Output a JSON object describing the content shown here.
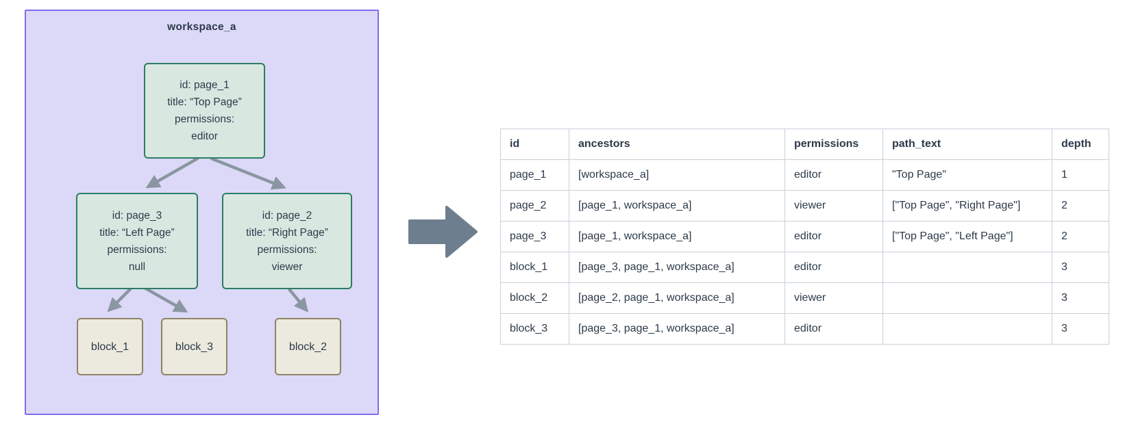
{
  "diagram": {
    "workspace_label": "workspace_a",
    "pages": {
      "page_1": {
        "lines": [
          "id: page_1",
          "title: “Top Page”",
          "permissions:",
          "editor"
        ]
      },
      "page_3": {
        "lines": [
          "id: page_3",
          "title: “Left Page”",
          "permissions:",
          "null"
        ]
      },
      "page_2": {
        "lines": [
          "id: page_2",
          "title: “Right Page”",
          "permissions:",
          "viewer"
        ]
      }
    },
    "blocks": [
      "block_1",
      "block_3",
      "block_2"
    ]
  },
  "table": {
    "columns": [
      "id",
      "ancestors",
      "permissions",
      "path_text",
      "depth"
    ],
    "rows": [
      [
        "page_1",
        "[workspace_a]",
        "editor",
        "\"Top Page\"",
        "1"
      ],
      [
        "page_2",
        "[page_1, workspace_a]",
        "viewer",
        "[\"Top Page\", \"Right Page\"]",
        "2"
      ],
      [
        "page_3",
        "[page_1, workspace_a]",
        "editor",
        "[\"Top Page\", \"Left Page\"]",
        "2"
      ],
      [
        "block_1",
        "[page_3, page_1, workspace_a]",
        "editor",
        "",
        "3"
      ],
      [
        "block_2",
        "[page_2, page_1, workspace_a]",
        "viewer",
        "",
        "3"
      ],
      [
        "block_3",
        "[page_3, page_1, workspace_a]",
        "editor",
        "",
        "3"
      ]
    ]
  },
  "colors": {
    "workspace_fill": "#dcd9f8",
    "workspace_border": "#7d6bf0",
    "page_fill": "#d8e8e1",
    "page_border": "#2a7d62",
    "block_fill": "#ece9de",
    "block_border": "#8e8266",
    "edge": "#8a96a1",
    "big_arrow": "#6d7e8f",
    "table_border": "#c7d0d9",
    "text": "#2c3a49"
  }
}
